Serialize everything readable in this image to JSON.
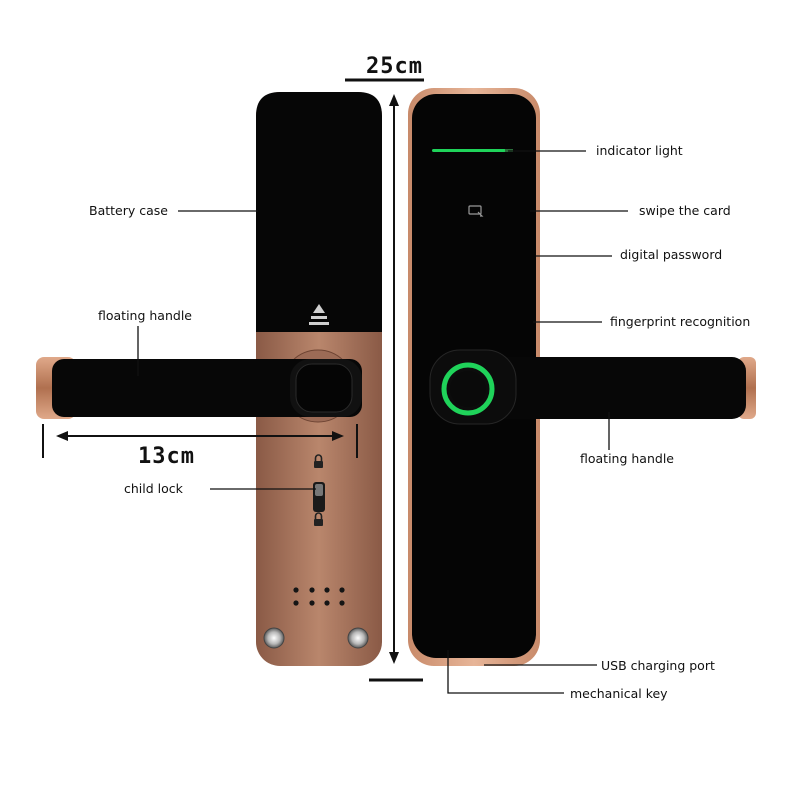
{
  "dimensions": {
    "height": "25cm",
    "handle_length": "13cm"
  },
  "labels": {
    "battery_case": "Battery case",
    "floating_handle_left": "floating handle",
    "child_lock": "child lock",
    "indicator_light": "indicator light",
    "swipe_card": "swipe the card",
    "digital_password": "digital password",
    "fingerprint": "fingerprint recognition",
    "floating_handle_right": "floating handle",
    "usb_port": "USB charging port",
    "mechanical_key": "mechanical key"
  },
  "colors": {
    "bronze": "#b07a62",
    "bronze_dark": "#7a4a38",
    "panel_black": "#050505",
    "indicator_green": "#1fd35a"
  }
}
